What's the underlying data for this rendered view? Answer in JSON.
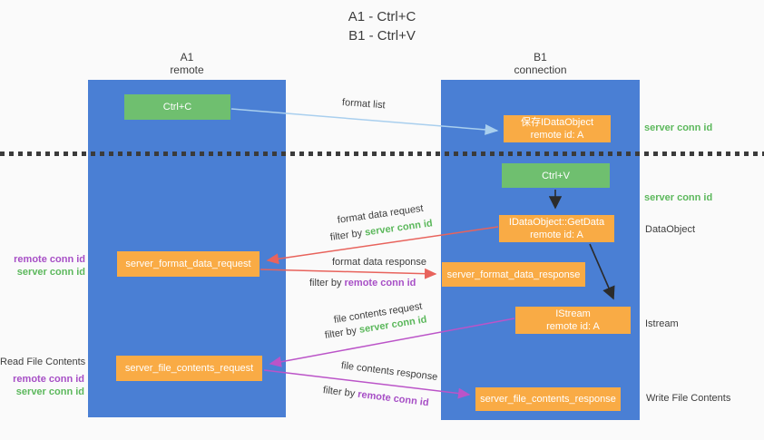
{
  "title": {
    "line1": "A1 - Ctrl+C",
    "line2": "B1 - Ctrl+V"
  },
  "lanes": {
    "left": {
      "name": "A1",
      "subtitle": "remote"
    },
    "right": {
      "name": "B1",
      "subtitle": "connection"
    }
  },
  "nodes": {
    "ctrl_c": {
      "label": "Ctrl+C"
    },
    "ctrl_v": {
      "label": "Ctrl+V"
    },
    "save_idataobject": {
      "line1": "保存IDataObject",
      "line2": "remote id: A"
    },
    "idataobject_getdata": {
      "line1": "IDataObject::GetData",
      "line2": "remote id: A"
    },
    "istream": {
      "line1": "IStream",
      "line2": "remote id: A"
    },
    "server_format_data_request": {
      "label": "server_format_data_request"
    },
    "server_format_data_response": {
      "label": "server_format_data_response"
    },
    "server_file_contents_request": {
      "label": "server_file_contents_request"
    },
    "server_file_contents_response": {
      "label": "server_file_contents_response"
    }
  },
  "arrow_labels": {
    "format_list": "format list",
    "format_data_request": "format data request",
    "format_data_response": "format data response",
    "file_contents_request": "file contents request",
    "file_contents_response": "file contents response",
    "filter_by": "filter by",
    "server_conn_id": "server conn id",
    "remote_conn_id": "remote conn id"
  },
  "side_labels": {
    "server_conn_id": "server conn id",
    "remote_conn_id": "remote conn id",
    "dataobject": "DataObject",
    "istream": "Istream",
    "read_file_contents": "Read File Contents",
    "write_file_contents": "Write File Contents"
  },
  "colors": {
    "lane_blue": "#4a7fd4",
    "node_green": "#6fbf6f",
    "node_orange": "#f9ab45",
    "arrow_red": "#e8635c",
    "arrow_purple": "#bb54c8",
    "arrow_light_blue": "#a9cfee",
    "arrow_black": "#2b2b2b",
    "text_green": "#5cb85c",
    "text_purple": "#a74fc6",
    "text_dark": "#3d3d3d",
    "background": "#fafafa"
  }
}
